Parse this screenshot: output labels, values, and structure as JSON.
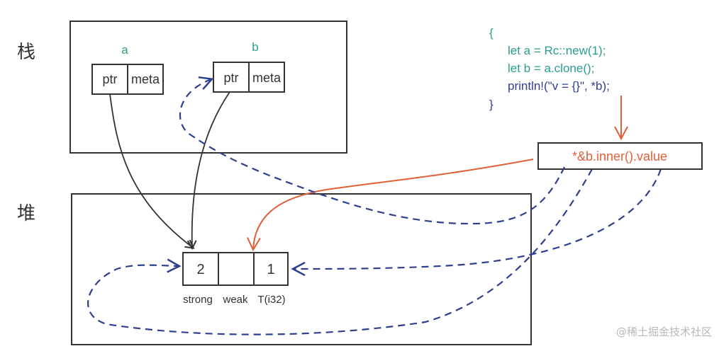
{
  "colors": {
    "dark": "#333333",
    "teal": "#2a9d8f",
    "navy": "#2e3f8f",
    "orange": "#e0603a",
    "watermark": "#b8b8b8"
  },
  "labels": {
    "stack": "栈",
    "heap": "堆",
    "var_a": "a",
    "var_b": "b"
  },
  "stack_a": {
    "ptr": "ptr",
    "meta": "meta"
  },
  "stack_b": {
    "ptr": "ptr",
    "meta": "meta"
  },
  "heap_block": {
    "strong_value": "2",
    "weak_value": "",
    "data_value": "1",
    "strong_label": "strong",
    "weak_label": "weak",
    "data_label": "T(i32)"
  },
  "code": {
    "open": "{",
    "line1": "let a = Rc::new(1);",
    "line2": "let b = a.clone();",
    "line3": "println!(\"v = {}\", *b);",
    "close": "}"
  },
  "deref_expr": "*&b.inner().value",
  "watermark": "@稀土掘金技术社区"
}
